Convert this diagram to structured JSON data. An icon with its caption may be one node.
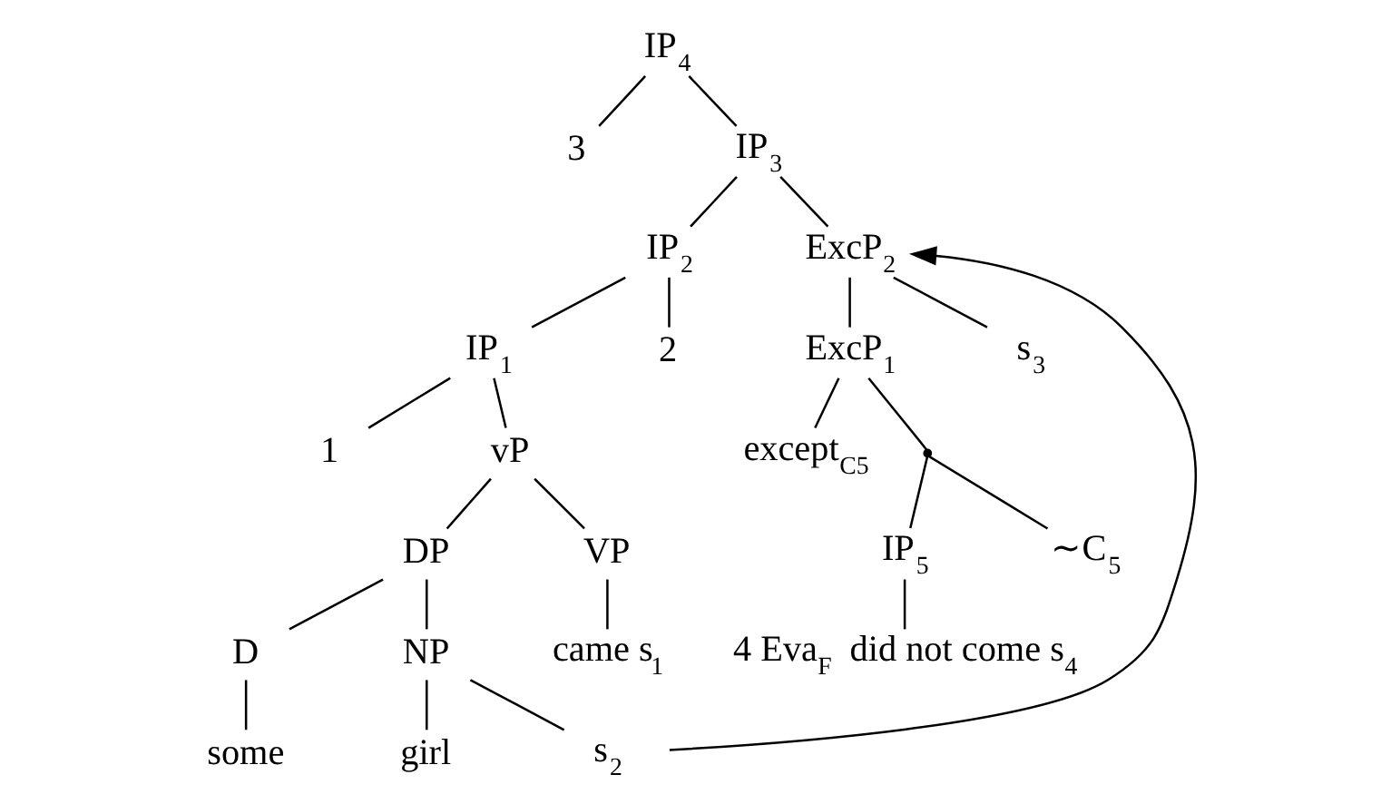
{
  "diagram": {
    "nodes": [
      {
        "text": [
          "IP$_{4}$"
        ]
      },
      {
        "text": [
          "3"
        ]
      },
      {
        "text": [
          "IP$_{3}$"
        ]
      },
      {
        "text": [
          "IP$_{2}$"
        ]
      },
      {
        "text": [
          "ExcP$_{2}$"
        ]
      },
      {
        "text": [
          "IP$_{1}$"
        ]
      },
      {
        "text": [
          "2"
        ]
      },
      {
        "text": [
          "ExcP$_{1}$"
        ]
      },
      {
        "text": [
          "s$_{3}$"
        ]
      },
      {
        "text": [
          "1"
        ]
      },
      {
        "text": [
          "vP"
        ]
      },
      {
        "text": [
          "except$_{C5}$"
        ]
      },
      {
        "text": [],
        "shape": "point"
      },
      {
        "text": [
          "DP"
        ]
      },
      {
        "text": [
          "VP"
        ]
      },
      {
        "text": [
          "IP$_{5}$"
        ]
      },
      {
        "text": [
          "∼C$_{5}$"
        ]
      },
      {
        "text": [
          "came s$_{1}$"
        ]
      },
      {
        "text": [
          "4 Eva$_{F}$ did not come s$_{4}$"
        ]
      },
      {
        "text": [
          "D"
        ]
      },
      {
        "text": [
          "NP"
        ]
      },
      {
        "text": [
          "some"
        ]
      },
      {
        "text": [
          "girl"
        ]
      },
      {
        "text": [
          "s$_{2}$"
        ]
      }
    ],
    "edges": [
      {
        "from": 0,
        "to": 1,
        "arrow": "none"
      },
      {
        "from": 0,
        "to": 2,
        "arrow": "none"
      },
      {
        "from": 2,
        "to": 3,
        "arrow": "none"
      },
      {
        "from": 2,
        "to": 4,
        "arrow": "none"
      },
      {
        "from": 3,
        "to": 5,
        "arrow": "none"
      },
      {
        "from": 3,
        "to": 6,
        "arrow": "none"
      },
      {
        "from": 4,
        "to": 7,
        "arrow": "none"
      },
      {
        "from": 4,
        "to": 8,
        "arrow": "none"
      },
      {
        "from": 5,
        "to": 9,
        "arrow": "none"
      },
      {
        "from": 5,
        "to": 10,
        "arrow": "none"
      },
      {
        "from": 7,
        "to": 11,
        "arrow": "none"
      },
      {
        "from": 7,
        "to": 12,
        "arrow": "none"
      },
      {
        "from": 12,
        "to": 15,
        "arrow": "none"
      },
      {
        "from": 12,
        "to": 16,
        "arrow": "none"
      },
      {
        "from": 10,
        "to": 13,
        "arrow": "none"
      },
      {
        "from": 10,
        "to": 14,
        "arrow": "none"
      },
      {
        "from": 14,
        "to": 17,
        "arrow": "none"
      },
      {
        "from": 15,
        "to": 18,
        "arrow": "none"
      },
      {
        "from": 13,
        "to": 19,
        "arrow": "none"
      },
      {
        "from": 13,
        "to": 20,
        "arrow": "none"
      },
      {
        "from": 19,
        "to": 21,
        "arrow": "none"
      },
      {
        "from": 20,
        "to": 22,
        "arrow": "none"
      },
      {
        "from": 20,
        "to": 23,
        "arrow": "none"
      },
      {
        "from": 23,
        "to": 4,
        "arrow": "to"
      }
    ]
  }
}
